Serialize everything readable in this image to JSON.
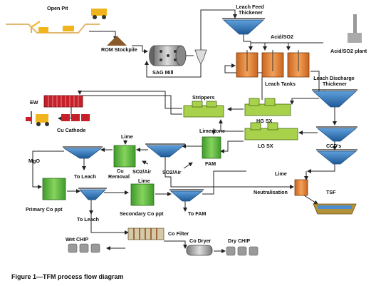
{
  "labels": {
    "open_pit": "Open Pit",
    "rom_stockpile": "ROM Stockpile",
    "sag_mill": "SAG Mill",
    "leach_feed_thickener": "Leach Feed\nThickener",
    "acid_so2": "Acid/SO2",
    "acid_so2_plant": "Acid/SO2 plant",
    "leach_tanks": "Leach Tanks",
    "leach_discharge_thickener": "Leach Discharge\nThickener",
    "ew": "EW",
    "strippers": "Strippers",
    "hg_sx": "HG SX",
    "cu_cathode": "Cu Cathode",
    "limestone": "Limestone",
    "lime_top": "Lime",
    "fam_top": "FAM",
    "lg_sx": "LG SX",
    "ccds": "CCD's",
    "mgo": "MgO",
    "to_leach_1": "To Leach",
    "cu_removal": "Cu\nRemoval",
    "so2_air_1": "SO2/Air",
    "so2_air_2": "SO2/Air",
    "lime_mid": "Lime",
    "lime_right": "Lime",
    "neutralisation": "Neutralisation",
    "tsf": "TSF",
    "primary_co_ppt": "Primary Co ppt",
    "to_leach_2": "To Leach",
    "secondary_co_ppt": "Secondary Co ppt",
    "to_fam": "To FAM",
    "co_filter": "Co Filter",
    "wet_chip": "Wet CHIP",
    "co_dryer": "Co Dryer",
    "dry_chip": "Dry CHIP"
  },
  "caption": "Figure 1—TFM process flow diagram",
  "colors": {
    "tank_orange": "#e98a3c",
    "tank_green": "#6cc04a",
    "sx_green": "#a9d24c",
    "thickener_blue": "#2e73b8",
    "ew_red": "#c8202a",
    "truck_yellow": "#f0b41c",
    "line": "#222222"
  }
}
